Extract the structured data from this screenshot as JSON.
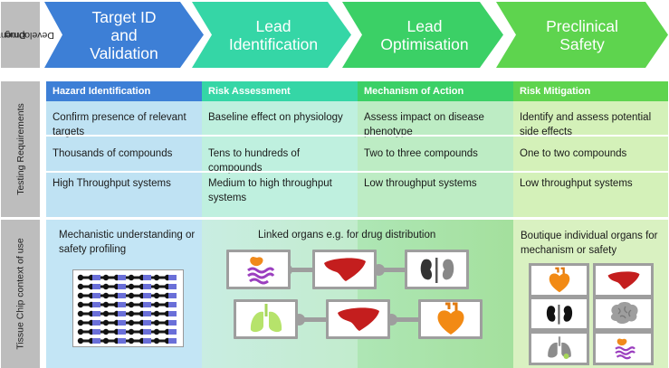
{
  "labels": {
    "drug_development": [
      "Drug",
      "Development"
    ],
    "testing_requirements": "Testing Requirements",
    "tissue_chip_context": "Tissue Chip context of use"
  },
  "stages": [
    {
      "lines": [
        "Target ID",
        "and",
        "Validation"
      ],
      "color": "#3d7fd6"
    },
    {
      "lines": [
        "Lead",
        "Identification"
      ],
      "color": "#35d6a6"
    },
    {
      "lines": [
        "Lead",
        "Optimisation"
      ],
      "color": "#3bd066"
    },
    {
      "lines": [
        "Preclinical",
        "Safety"
      ],
      "color": "#5ed44e"
    }
  ],
  "requirements": [
    {
      "header": "Hazard Identification",
      "header_color": "#3d7fd6",
      "bg": "#bfe2f3",
      "rows": [
        "Confirm presence of relevant targets",
        "Thousands of compounds",
        "High Throughput systems"
      ]
    },
    {
      "header": "Risk Assessment",
      "header_color": "#35d6a6",
      "bg": "#bff0df",
      "rows": [
        "Baseline effect on physiology",
        "Tens to hundreds of compounds",
        "Medium to high throughput systems"
      ]
    },
    {
      "header": "Mechanism of Action",
      "header_color": "#3bd066",
      "bg": "#bdecc4",
      "rows": [
        "Assess impact on disease phenotype",
        "Two to three compounds",
        "Low throughput systems"
      ]
    },
    {
      "header": "Risk Mitigation",
      "header_color": "#5ed44e",
      "bg": "#d4f1b9",
      "rows": [
        "Identify and assess potential side effects",
        "One to two compounds",
        "Low throughput systems"
      ]
    }
  ],
  "context": {
    "col1": "Mechanistic understanding or safety profiling",
    "col2": "Linked organs e.g. for drug distribution",
    "col4": "Boutique individual organs for mechanism or safety"
  },
  "organs": {
    "top_chain": [
      "stomach-intestine-icon",
      "liver-icon",
      "kidneys-icon"
    ],
    "bottom_chain": [
      "lungs-icon",
      "liver-icon",
      "heart-icon"
    ],
    "grid": [
      "heart-icon",
      "liver-icon",
      "kidneys-icon",
      "brain-icon",
      "lungs-icon",
      "stomach-intestine-icon"
    ]
  }
}
